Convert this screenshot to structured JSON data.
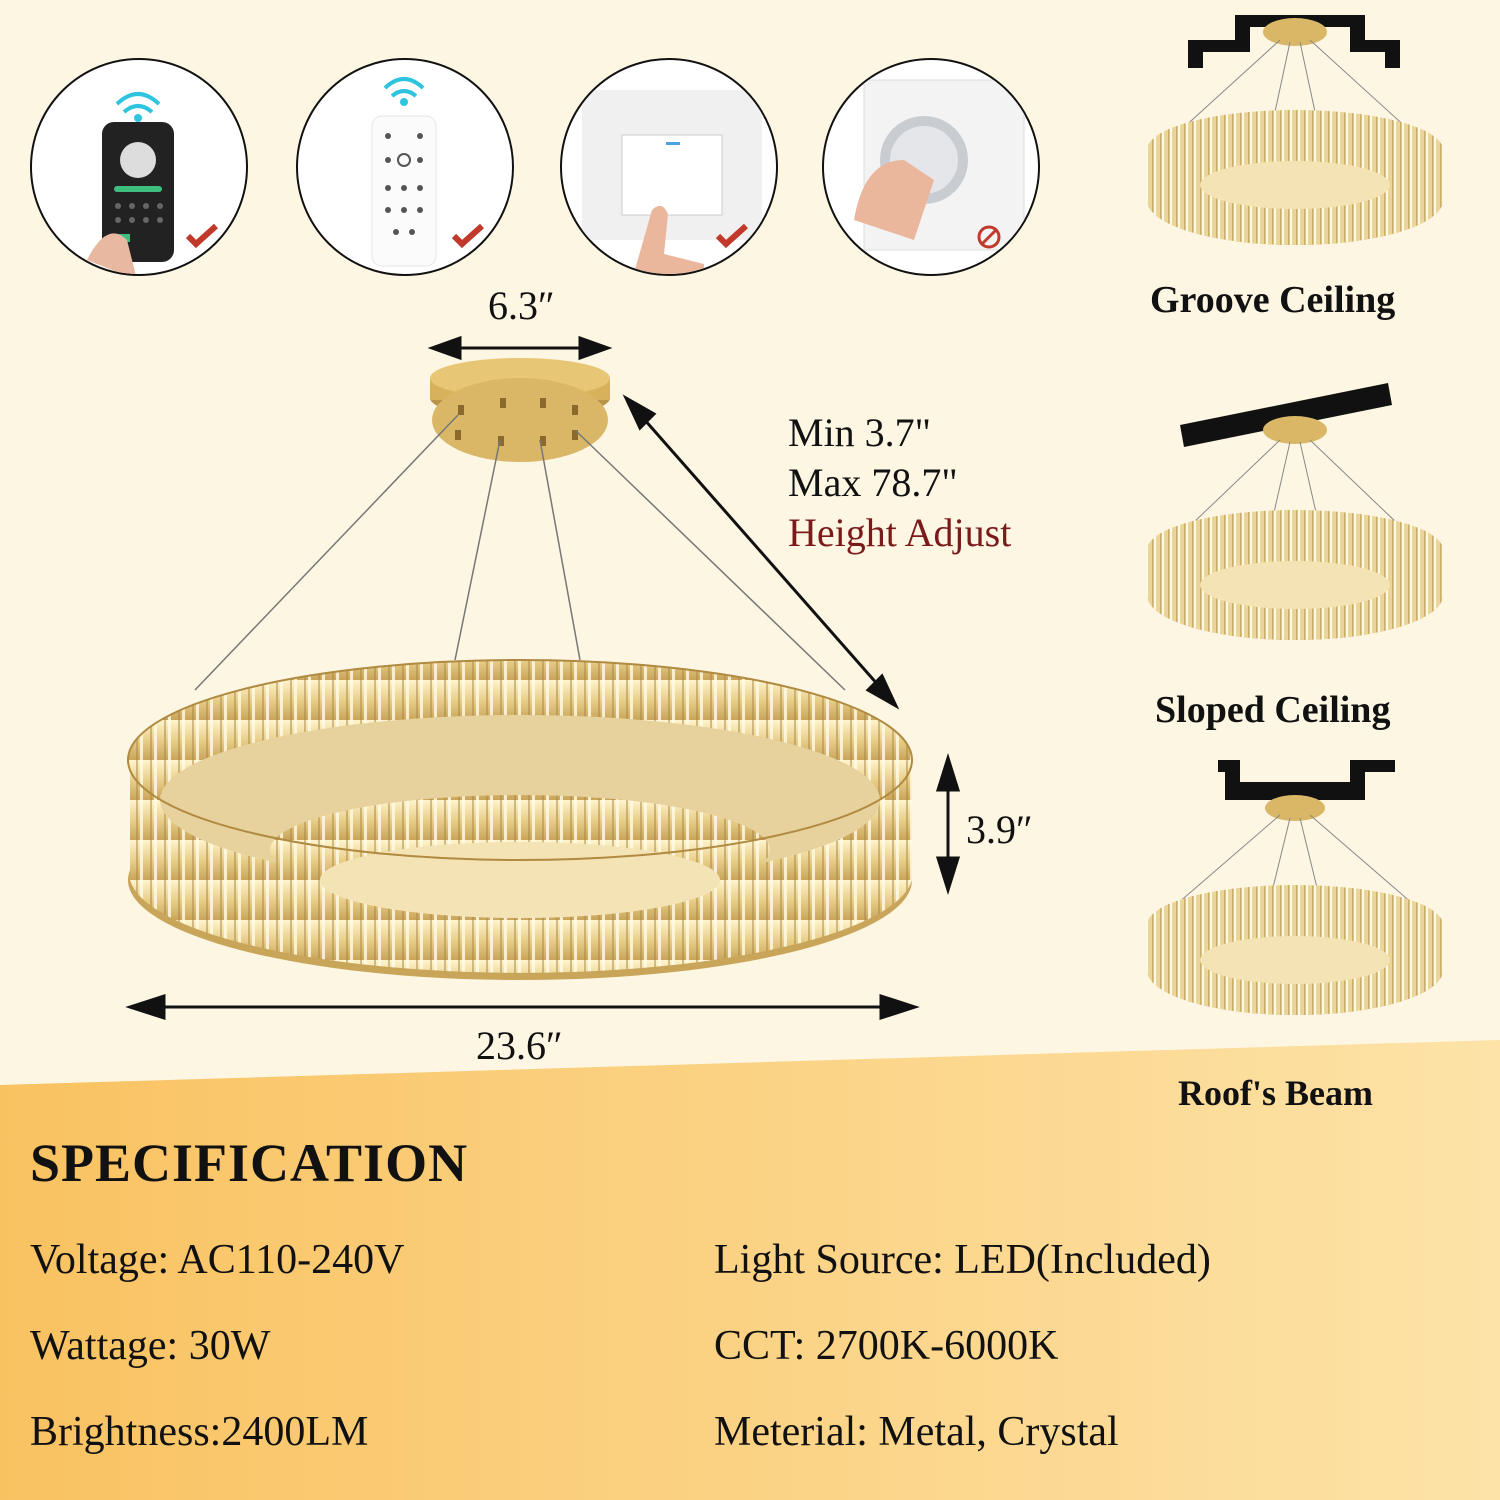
{
  "controls": [
    {
      "name": "app-control",
      "status": "supported"
    },
    {
      "name": "remote-control",
      "status": "supported"
    },
    {
      "name": "wall-switch",
      "status": "supported"
    },
    {
      "name": "dimmer-knob",
      "status": "not-supported"
    }
  ],
  "dimensions": {
    "canopy_width": "6.3″",
    "diameter": "23.6″",
    "ring_height": "3.9″",
    "height_min": "Min 3.7\"",
    "height_max": "Max 78.7\"",
    "height_adjust": "Height Adjust"
  },
  "mounting": [
    {
      "label": "Groove Ceiling"
    },
    {
      "label": "Sloped Ceiling"
    },
    {
      "label": "Roof's Beam"
    }
  ],
  "specification": {
    "title": "SPECIFICATION",
    "left": [
      "Voltage: AC110-240V",
      "Wattage: 30W",
      "Brightness:2400LM"
    ],
    "right": [
      "Light Source: LED(Included)",
      "CCT: 2700K-6000K",
      "Meterial: Metal, Crystal"
    ]
  },
  "colors": {
    "background": "#fdf6e3",
    "band": "#fbc96b",
    "gold": "#d8b25a",
    "accent_red": "#7a1a1a",
    "check_red": "#c0392b",
    "wifi": "#2ec4e0"
  }
}
